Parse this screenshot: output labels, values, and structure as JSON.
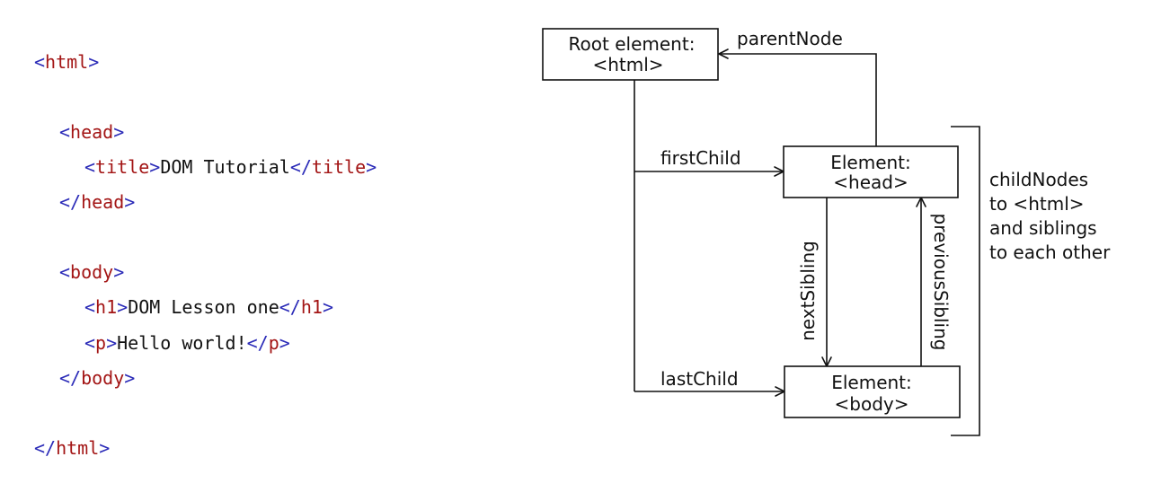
{
  "code": {
    "lines": [
      {
        "indent": 0,
        "parts": [
          {
            "t": "<",
            "c": "br"
          },
          {
            "t": "html",
            "c": "tg"
          },
          {
            "t": ">",
            "c": "br"
          }
        ]
      },
      {
        "indent": 1,
        "parts": [
          {
            "t": "<",
            "c": "br"
          },
          {
            "t": "head",
            "c": "tg"
          },
          {
            "t": ">",
            "c": "br"
          }
        ]
      },
      {
        "indent": 2,
        "parts": [
          {
            "t": "<",
            "c": "br"
          },
          {
            "t": "title",
            "c": "tg"
          },
          {
            "t": ">",
            "c": "br"
          },
          {
            "t": "DOM Tutorial",
            "c": "tx"
          },
          {
            "t": "</",
            "c": "br"
          },
          {
            "t": "title",
            "c": "tg"
          },
          {
            "t": ">",
            "c": "br"
          }
        ]
      },
      {
        "indent": 1,
        "parts": [
          {
            "t": "</",
            "c": "br"
          },
          {
            "t": "head",
            "c": "tg"
          },
          {
            "t": ">",
            "c": "br"
          }
        ]
      },
      {
        "indent": 1,
        "parts": [
          {
            "t": "<",
            "c": "br"
          },
          {
            "t": "body",
            "c": "tg"
          },
          {
            "t": ">",
            "c": "br"
          }
        ]
      },
      {
        "indent": 2,
        "parts": [
          {
            "t": "<",
            "c": "br"
          },
          {
            "t": "h1",
            "c": "tg"
          },
          {
            "t": ">",
            "c": "br"
          },
          {
            "t": "DOM Lesson one",
            "c": "tx"
          },
          {
            "t": "</",
            "c": "br"
          },
          {
            "t": "h1",
            "c": "tg"
          },
          {
            "t": ">",
            "c": "br"
          }
        ]
      },
      {
        "indent": 2,
        "parts": [
          {
            "t": "<",
            "c": "br"
          },
          {
            "t": "p",
            "c": "tg"
          },
          {
            "t": ">",
            "c": "br"
          },
          {
            "t": "Hello world!",
            "c": "tx"
          },
          {
            "t": "</",
            "c": "br"
          },
          {
            "t": "p",
            "c": "tg"
          },
          {
            "t": ">",
            "c": "br"
          }
        ]
      },
      {
        "indent": 1,
        "parts": [
          {
            "t": "</",
            "c": "br"
          },
          {
            "t": "body",
            "c": "tg"
          },
          {
            "t": ">",
            "c": "br"
          }
        ]
      },
      {
        "indent": 0,
        "parts": [
          {
            "t": "</",
            "c": "br"
          },
          {
            "t": "html",
            "c": "tg"
          },
          {
            "t": ">",
            "c": "br"
          }
        ]
      }
    ],
    "colors": {
      "bracket": "#2b2bb8",
      "tag": "#a31515",
      "text": "#111111"
    }
  },
  "diagram": {
    "nodes": {
      "root": {
        "line1": "Root element:",
        "line2": "<html>"
      },
      "head": {
        "line1": "Element:",
        "line2": "<head>"
      },
      "body": {
        "line1": "Element:",
        "line2": "<body>"
      }
    },
    "edges": {
      "parentNode": "parentNode",
      "firstChild": "firstChild",
      "lastChild": "lastChild",
      "nextSibling": "nextSibling",
      "previousSibling": "previousSibling"
    },
    "bracket_note": [
      "childNodes",
      "to <html>",
      "and siblings",
      "to each other"
    ]
  }
}
